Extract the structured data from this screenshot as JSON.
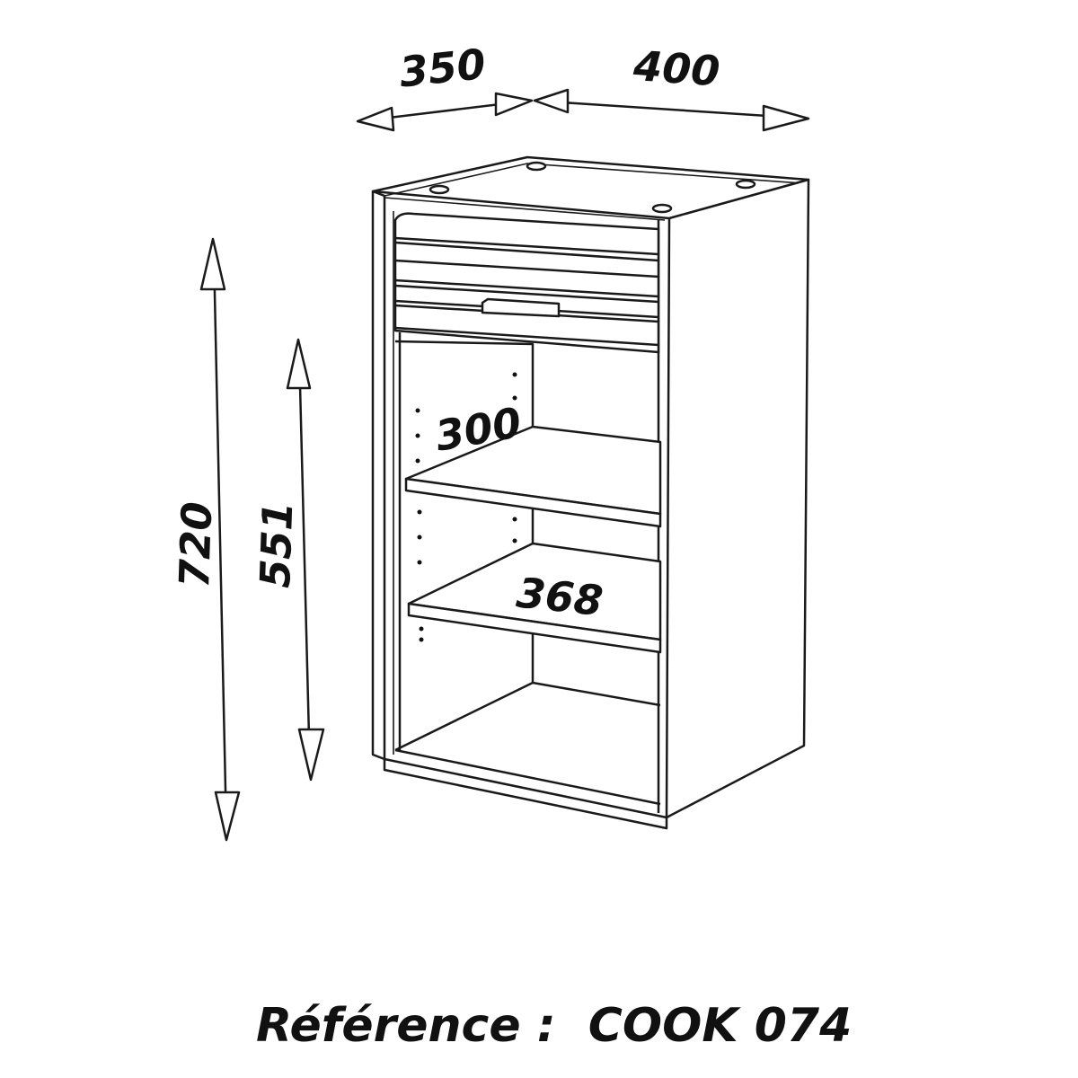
{
  "dimensions": {
    "depth": "350",
    "width": "400",
    "height": "720",
    "inner_height": "551",
    "shelf_spacing": "300",
    "shelf_width": "368"
  },
  "reference": {
    "label": "Référence :",
    "code": "COOK 074"
  }
}
